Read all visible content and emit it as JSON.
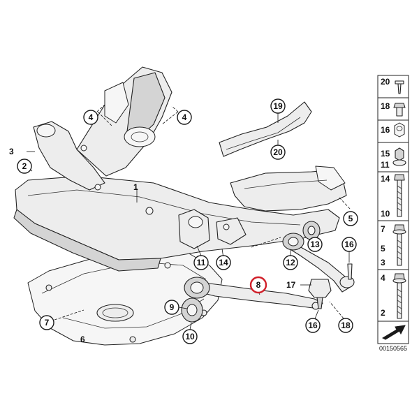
{
  "diagram": {
    "reference_number": "00150565",
    "callouts": [
      {
        "label": "4"
      },
      {
        "label": "4"
      },
      {
        "label": "2"
      },
      {
        "label": "19"
      },
      {
        "label": "20"
      },
      {
        "label": "5"
      },
      {
        "label": "11"
      },
      {
        "label": "14"
      },
      {
        "label": "12"
      },
      {
        "label": "13"
      },
      {
        "label": "16"
      },
      {
        "label": "8"
      },
      {
        "label": "9"
      },
      {
        "label": "10"
      },
      {
        "label": "7"
      },
      {
        "label": "16"
      },
      {
        "label": "18"
      }
    ],
    "plain_labels": [
      {
        "label": "3"
      },
      {
        "label": "1"
      },
      {
        "label": "6"
      },
      {
        "label": "17"
      }
    ],
    "highlight_color": "#d1202a"
  },
  "parts_panel": {
    "rows": [
      {
        "labels": [
          "20"
        ],
        "icon": "bolt-small-icon"
      },
      {
        "labels": [
          "18"
        ],
        "icon": "hex-bolt-icon"
      },
      {
        "labels": [
          "16"
        ],
        "icon": "hex-nut-icon"
      },
      {
        "labels": [
          "15",
          "11"
        ],
        "icon": "flange-nut-icon"
      },
      {
        "labels": [
          "14",
          "10"
        ],
        "icon": "long-bolt-icon"
      },
      {
        "labels": [
          "7",
          "5",
          "3"
        ],
        "icon": "flange-bolt-icon"
      },
      {
        "labels": [
          "4",
          "2"
        ],
        "icon": "long-flange-bolt-icon"
      },
      {
        "labels": [],
        "icon": "direction-arrow-icon"
      }
    ]
  }
}
